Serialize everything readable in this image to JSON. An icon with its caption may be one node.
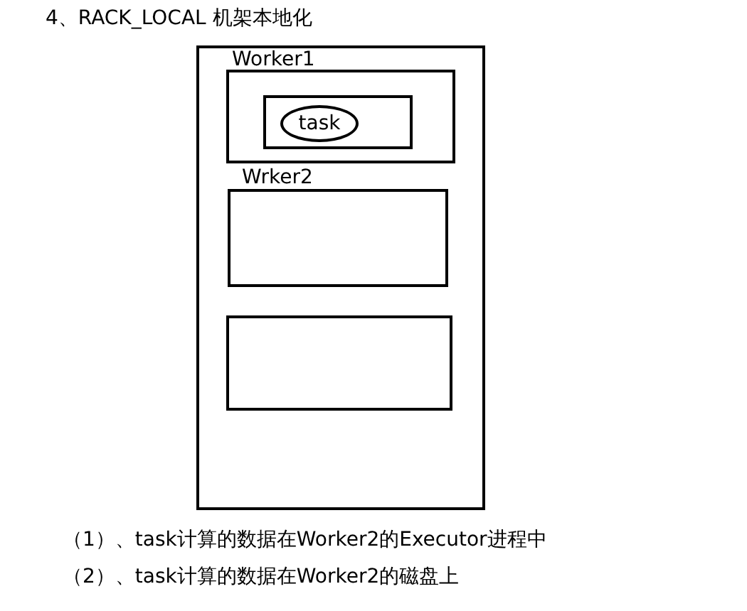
{
  "diagram": {
    "title": "4、RACK_LOCAL 机架本地化",
    "nodes": [
      {
        "text": [],
        "shape": "box"
      },
      {
        "text": [
          "Worker1"
        ],
        "in": 0
      },
      {
        "text": [],
        "shape": "box",
        "in": 1
      },
      {
        "text": [
          "task"
        ],
        "in": 2
      },
      {
        "text": [
          "Wrker2"
        ],
        "in": 0
      },
      {
        "text": [],
        "shape": "box",
        "in": 0
      }
    ],
    "edges": [],
    "labels": [
      "（1）、task计算的数据在Worker2的Executor进程中",
      "（2）、task计算的数据在Worker2的磁盘上"
    ]
  }
}
